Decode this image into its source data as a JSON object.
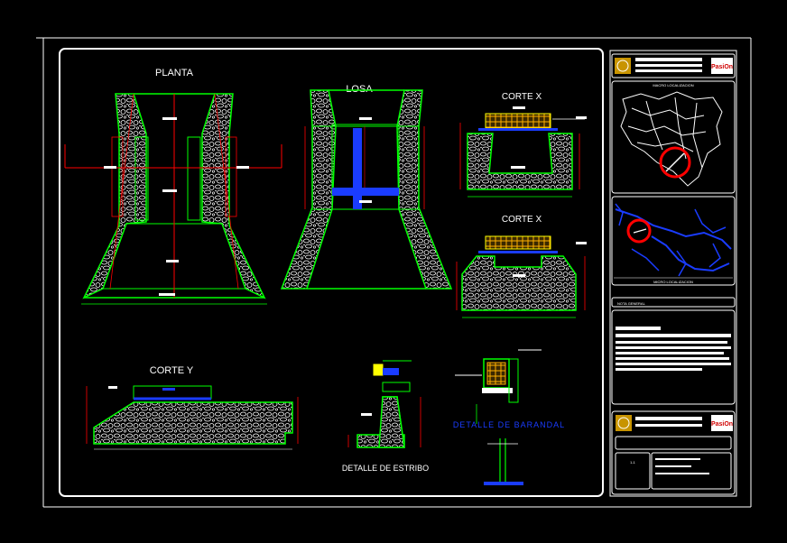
{
  "drawing": {
    "views": {
      "planta": "PLANTA",
      "losa": "LOSA",
      "corte_x_1": "CORTE X",
      "corte_x_2": "CORTE X",
      "corte_y": "CORTE Y",
      "detalle_estribo": "DETALLE DE ESTRIBO",
      "detalle_barandal": "DETALLE DE BARANDAL"
    }
  },
  "title_block": {
    "macro_title": "MACRO LOCALIZACION",
    "micro_title": "MICRO LOCALIZACION",
    "nota_title": "NOTA GENERAL",
    "logo_text": "PasiOn",
    "sheet_number": "1-1"
  },
  "colors": {
    "background": "#000000",
    "green": "#00ff00",
    "red": "#ff0000",
    "blue": "#1a3cff",
    "yellow": "#ffff00",
    "white": "#ffffff"
  }
}
